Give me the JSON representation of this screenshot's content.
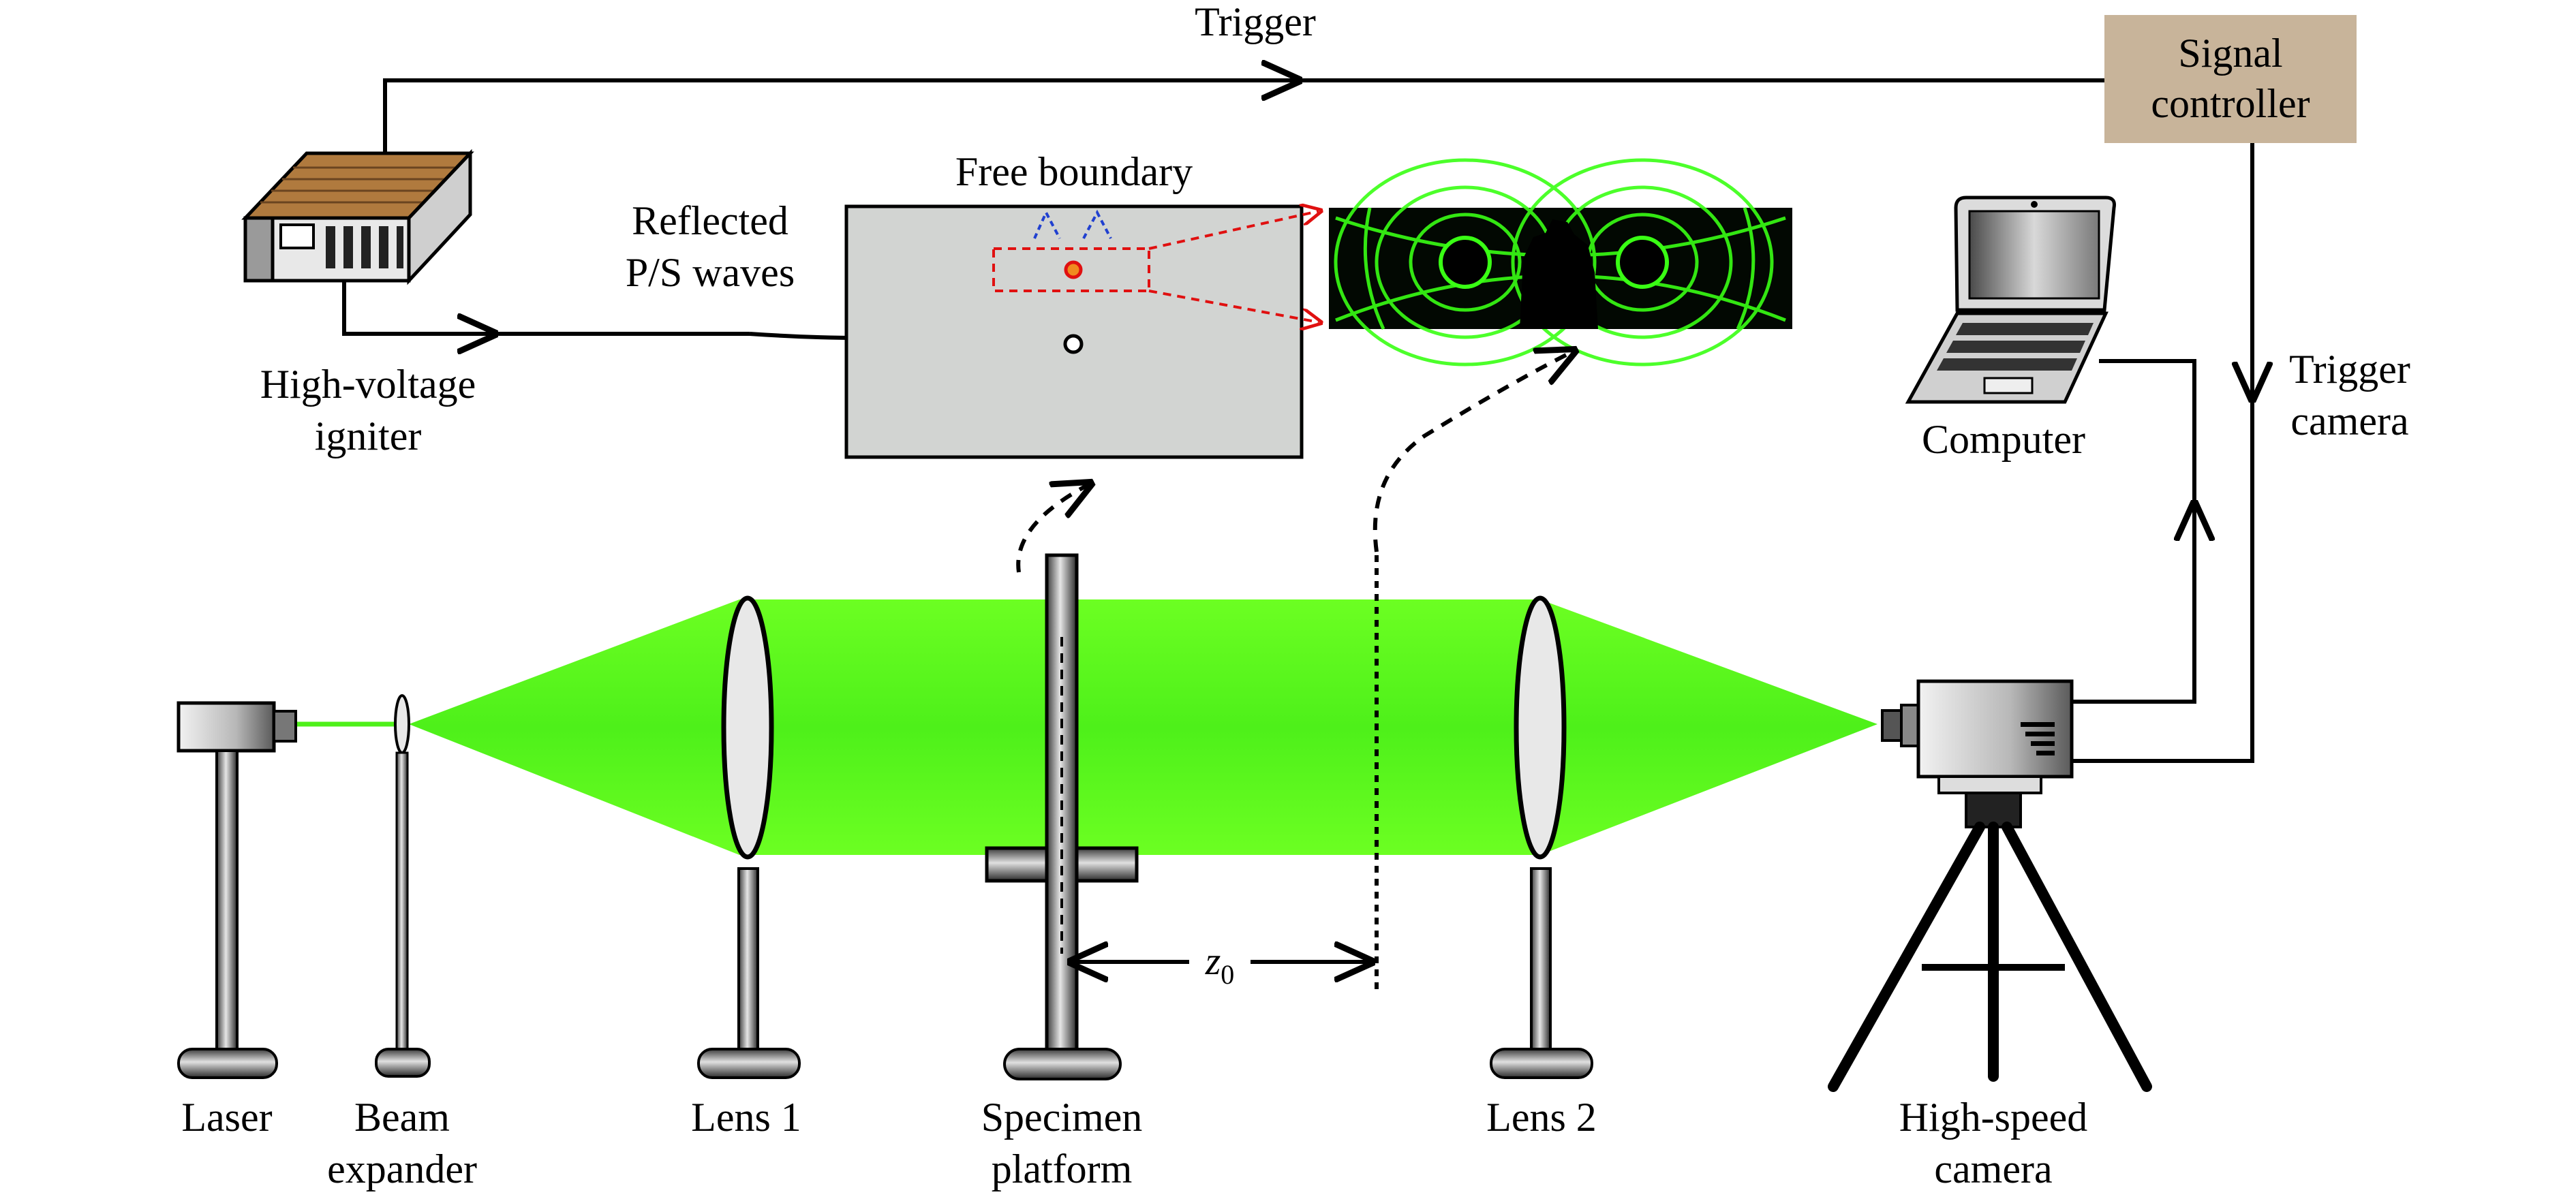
{
  "labels": {
    "trigger": "Trigger",
    "signal_controller_line1": "Signal",
    "signal_controller_line2": "controller",
    "igniter_line1": "High-voltage",
    "igniter_line2": "igniter",
    "reflected_line1": "Reflected",
    "reflected_line2": "P/S waves",
    "free_boundary": "Free boundary",
    "computer": "Computer",
    "trigger_camera_line1": "Trigger",
    "trigger_camera_line2": "camera",
    "laser": "Laser",
    "beam_expander_line1": "Beam",
    "beam_expander_line2": "expander",
    "lens1": "Lens 1",
    "specimen_line1": "Specimen",
    "specimen_line2": "platform",
    "lens2": "Lens 2",
    "camera_line1": "High-speed",
    "camera_line2": "camera",
    "distance_symbol": "z",
    "distance_subscript": "0"
  },
  "colors": {
    "beam_green": "#66ff1a",
    "beam_green_dark": "#3fe010",
    "controller_box": "#c8b49a",
    "specimen_plate": "#d2d4d2",
    "igniter_top": "#b07a3e",
    "pattern_green": "#39ff14",
    "marker_red": "#e01010",
    "marker_blue": "#2040d0"
  }
}
